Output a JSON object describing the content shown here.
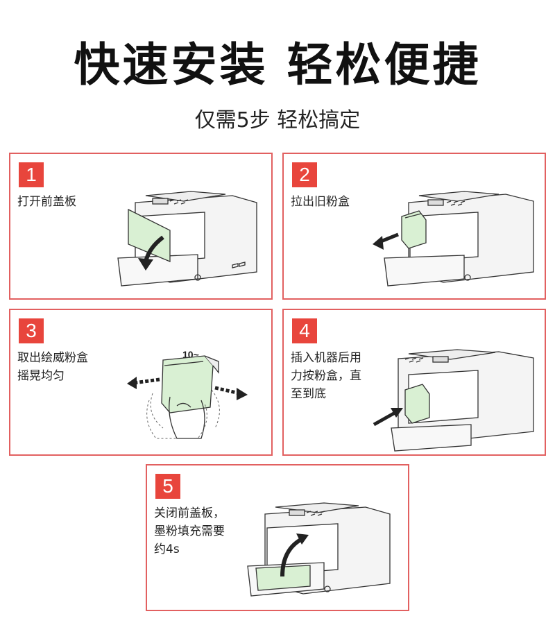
{
  "header": {
    "title": "快速安装 轻松便捷",
    "subtitle": "仅需5步 轻松搞定"
  },
  "steps": [
    {
      "number": "1",
      "caption": "打开前盖板"
    },
    {
      "number": "2",
      "caption": "拉出旧粉盒"
    },
    {
      "number": "3",
      "caption": "取出绘威粉盒\n摇晃均匀",
      "note": "10~"
    },
    {
      "number": "4",
      "caption": "插入机器后用\n力按粉盒，直\n至到底"
    },
    {
      "number": "5",
      "caption": "关闭前盖板，\n墨粉填充需要\n约4s"
    }
  ],
  "colors": {
    "accent": "#e8453c",
    "border": "#e26060",
    "panel_green": "#d9f0d3"
  }
}
